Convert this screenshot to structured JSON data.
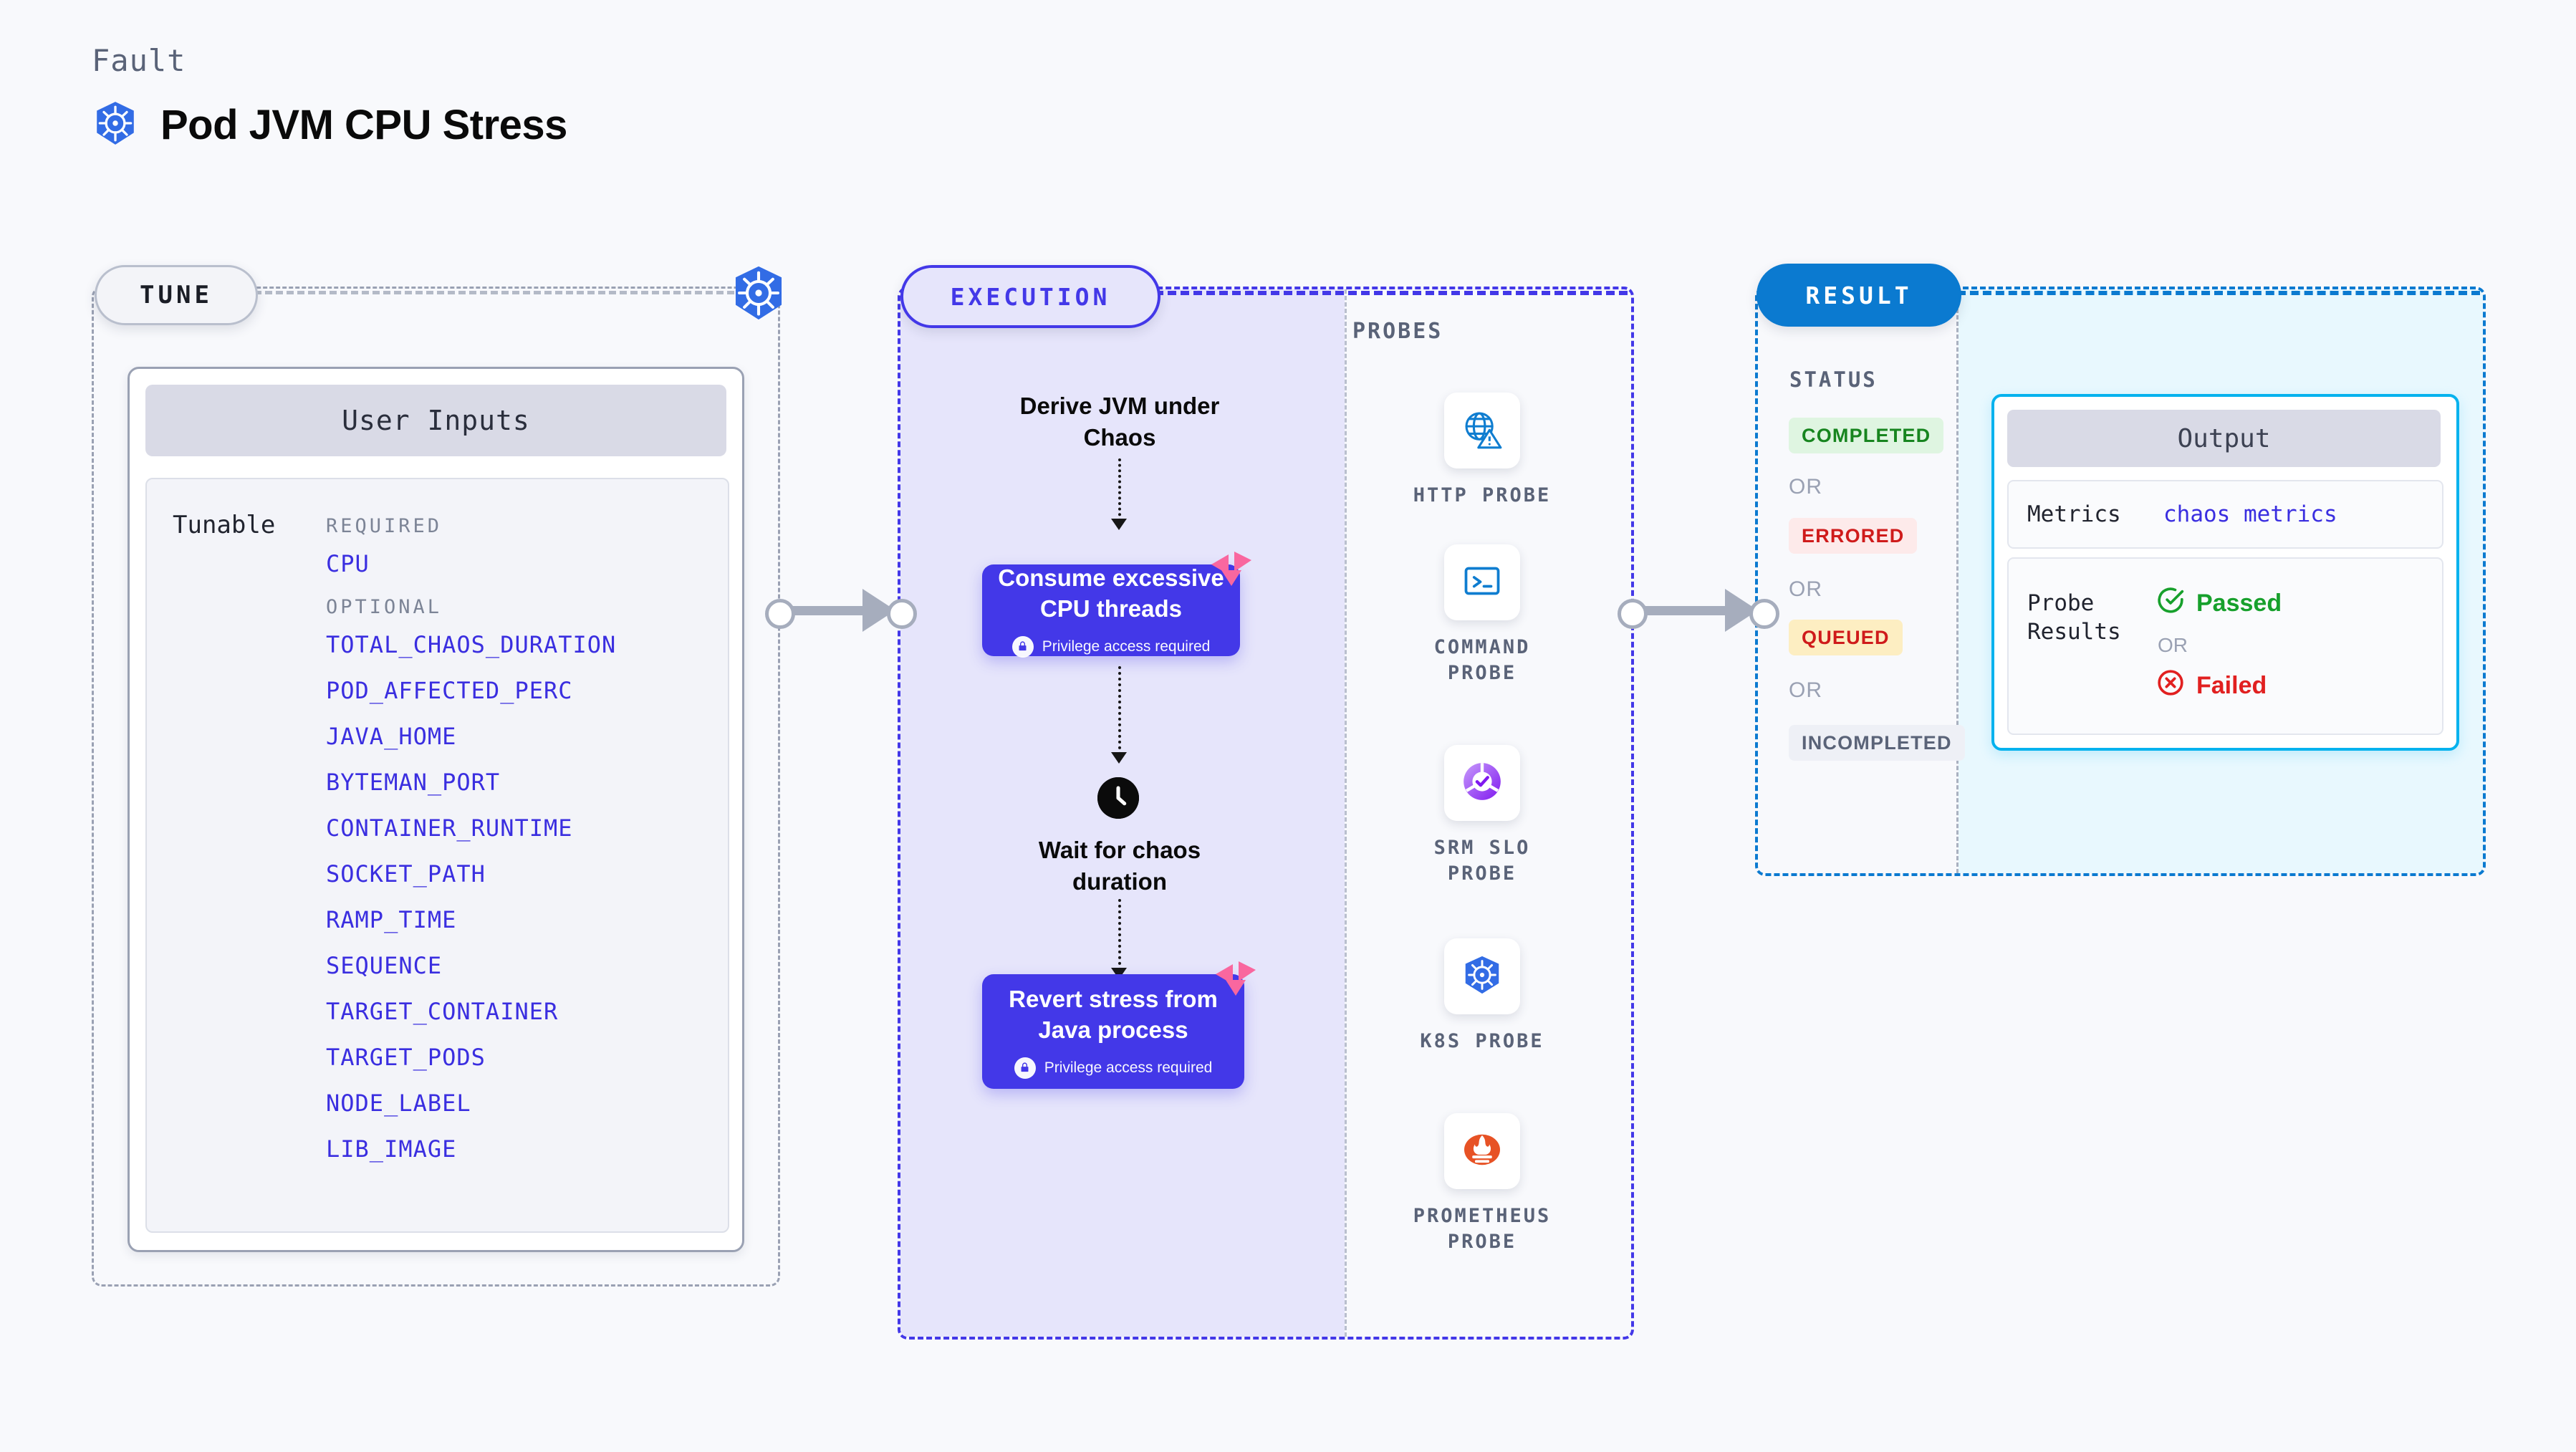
{
  "header": {
    "eyebrow": "Fault",
    "title": "Pod JVM CPU Stress",
    "icon": "kubernetes-icon"
  },
  "colors": {
    "tune_border": "#9aa1b3",
    "execution": "#4338e8",
    "result": "#0b7ad0",
    "output_border": "#05b2ee",
    "link": "#3a2ee0",
    "passed": "#17a02c",
    "failed": "#e12020",
    "chaos_badge": "#f9679f"
  },
  "tune": {
    "pill_label": "TUNE",
    "card_title": "User Inputs",
    "tunable_label": "Tunable",
    "groups": [
      {
        "title": "REQUIRED",
        "items": [
          "CPU"
        ]
      },
      {
        "title": "OPTIONAL",
        "items": [
          "TOTAL_CHAOS_DURATION",
          "POD_AFFECTED_PERC",
          "JAVA_HOME",
          "BYTEMAN_PORT",
          "CONTAINER_RUNTIME",
          "SOCKET_PATH",
          "RAMP_TIME",
          "SEQUENCE",
          "TARGET_CONTAINER",
          "TARGET_PODS",
          "NODE_LABEL",
          "LIB_IMAGE"
        ]
      }
    ]
  },
  "execution": {
    "pill_label": "EXECUTION",
    "steps": [
      {
        "type": "text",
        "label": "Derive JVM under Chaos"
      },
      {
        "type": "card",
        "label": "Consume excessive CPU threads",
        "note": "Privilege access required",
        "badge": "chaos-ribbon-icon"
      },
      {
        "type": "timer",
        "label": "Wait for chaos duration",
        "icon": "clock-icon"
      },
      {
        "type": "card",
        "label": "Revert stress from Java process",
        "note": "Privilege access required",
        "badge": "chaos-ribbon-icon"
      }
    ]
  },
  "probes": {
    "section_label": "PROBES",
    "items": [
      {
        "label": "HTTP PROBE",
        "icon": "globe-warning-icon"
      },
      {
        "label": "COMMAND PROBE",
        "icon": "terminal-icon"
      },
      {
        "label": "SRM SLO PROBE",
        "icon": "slo-donut-check-icon"
      },
      {
        "label": "K8S PROBE",
        "icon": "kubernetes-icon"
      },
      {
        "label": "PROMETHEUS PROBE",
        "icon": "prometheus-torch-icon"
      }
    ]
  },
  "result": {
    "pill_label": "RESULT",
    "status_label": "STATUS",
    "or_label": "OR",
    "statuses": [
      {
        "label": "COMPLETED",
        "bg": "#dff5e1",
        "fg": "#17851f"
      },
      {
        "label": "ERRORED",
        "bg": "#fdeaea",
        "fg": "#cf1b1b"
      },
      {
        "label": "QUEUED",
        "bg": "#fdeec2",
        "fg": "#cf1b1b"
      },
      {
        "label": "INCOMPLETED",
        "bg": "#eef0f6",
        "fg": "#5a6378"
      }
    ],
    "output": {
      "title": "Output",
      "metrics_key": "Metrics",
      "metrics_value": "chaos metrics",
      "probe_results_key": "Probe Results",
      "passed_label": "Passed",
      "failed_label": "Failed",
      "or_label": "OR"
    }
  }
}
